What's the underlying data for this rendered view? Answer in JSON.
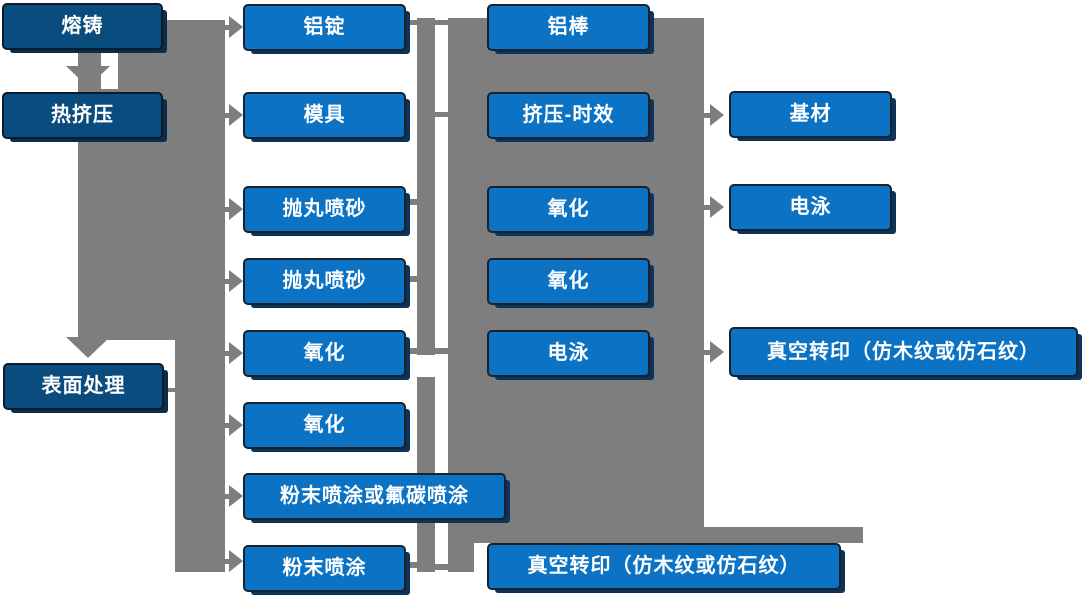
{
  "diagram": {
    "title_hint": "aluminum-processing-flowchart",
    "colors": {
      "node_blue": "#0b72c4",
      "node_dark_blue": "#0a4c7e",
      "connector_gray": "#7e7e7e",
      "text": "#ffffff",
      "background": "#ffffff"
    },
    "col1": {
      "melt": "熔铸",
      "hot_extrusion": "热挤压",
      "surface_treatment": "表面处理"
    },
    "col2": {
      "ingot": "铝锭",
      "mold": "模具",
      "shot_blast_1": "抛丸喷砂",
      "shot_blast_2": "抛丸喷砂",
      "oxidation_1": "氧化",
      "oxidation_2": "氧化",
      "powder_or_fluorocarbon": "粉末喷涂或氟碳喷涂",
      "powder": "粉末喷涂"
    },
    "col3": {
      "rod": "铝棒",
      "extrusion_aging": "挤压-时效",
      "oxidation_1": "氧化",
      "oxidation_2": "氧化",
      "electrophoresis": "电泳",
      "vacuum_transfer": "真空转印（仿木纹或仿石纹）"
    },
    "col4": {
      "substrate": "基材",
      "electrophoresis": "电泳",
      "vacuum_transfer": "真空转印（仿木纹或仿石纹）"
    }
  }
}
